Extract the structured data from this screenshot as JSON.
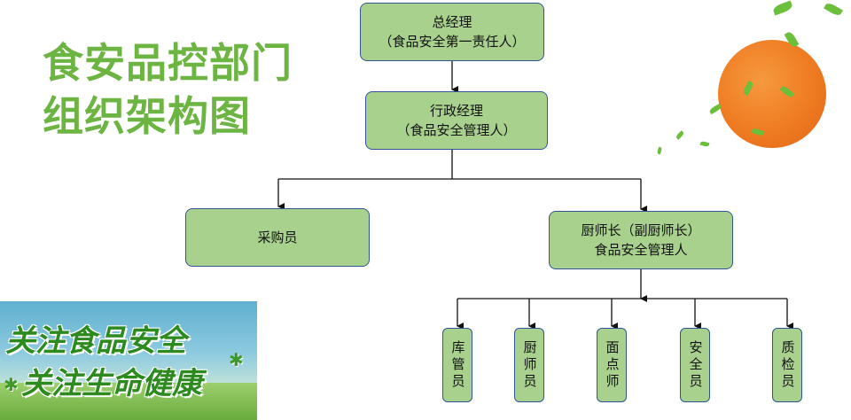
{
  "title": {
    "line1": "食安品控部门",
    "line2": "组织架构图"
  },
  "nodes": {
    "general_manager": {
      "line1": "总经理",
      "line2": "（食品安全第一责任人）"
    },
    "admin_manager": {
      "line1": "行政经理",
      "line2": "（食品安全管理人）"
    },
    "purchaser": {
      "label": "采购员"
    },
    "head_chef": {
      "line1": "厨师长（副厨师长）",
      "line2": "食品安全管理人"
    },
    "staff": [
      {
        "label": "库管员"
      },
      {
        "label": "厨师员"
      },
      {
        "label": "面点师"
      },
      {
        "label": "安全员"
      },
      {
        "label": "质检员"
      }
    ]
  },
  "banner": {
    "line1": "关注食品安全",
    "line2": "关注生命健康"
  },
  "colors": {
    "box_fill": "#a8d18d",
    "box_border": "#2f5597",
    "title": "#6db543",
    "slogan": "#2d8a1f",
    "orange": "#ef7b21"
  }
}
